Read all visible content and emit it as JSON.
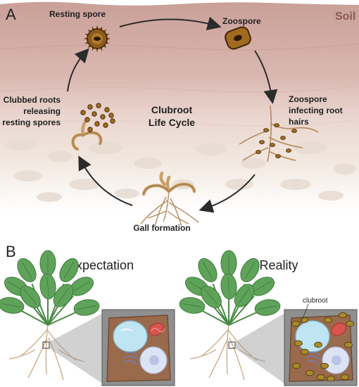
{
  "panel_a": {
    "letter": "A",
    "soil_label": "Soil",
    "center_title_line1": "Clubroot",
    "center_title_line2": "Life Cycle",
    "stages": {
      "resting_spore": "Resting spore",
      "zoospore": "Zoospore",
      "infecting_line1": "Zoospore",
      "infecting_line2": "infecting root",
      "infecting_line3": "hairs",
      "gall": "Gall formation",
      "clubbed_line1": "Clubbed roots",
      "clubbed_line2": "releasing",
      "clubbed_line3": "resting spores"
    }
  },
  "panel_b": {
    "letter": "B",
    "expectation": "Expectation",
    "reality": "Reality",
    "clubroot_label": "clubroot"
  },
  "colors": {
    "soil_top": "#cfa9a2",
    "soil_mid": "#e2c8c2",
    "soil_bottom": "#f0e6dc",
    "spore_brown": "#a06a1f",
    "leaf_green": "#5fa35a",
    "cell_brown": "#9a6a4c",
    "vacuole_blue": "#bfe4f2",
    "nucleus_blue": "#dce3f4",
    "mito_red": "#d9534f",
    "magnify_gray": "#9a9a9a"
  }
}
